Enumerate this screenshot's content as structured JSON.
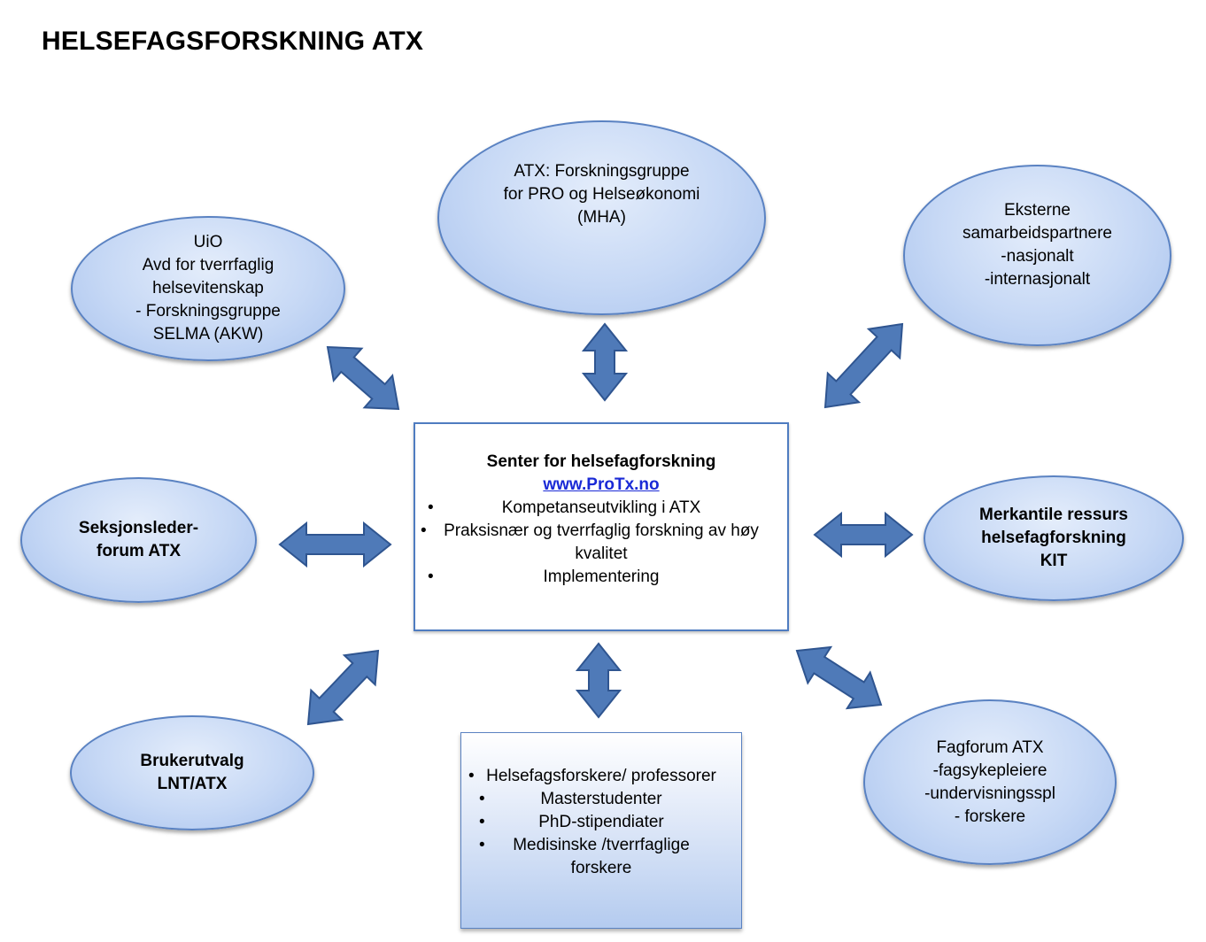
{
  "title": "HELSEFAGSFORSKNING ATX",
  "nodes": {
    "uio": {
      "lines": [
        "UiO",
        "Avd for tverrfaglig",
        "helsevitenskap",
        "- Forskningsgruppe",
        "SELMA (AKW)"
      ]
    },
    "atx_research": {
      "lines": [
        "ATX: Forskningsgruppe",
        "for PRO og Helseøkonomi",
        "(MHA)"
      ]
    },
    "external": {
      "lines": [
        "Eksterne",
        "samarbeidspartnere",
        "-nasjonalt",
        "-internasjonalt"
      ]
    },
    "section_leaders": {
      "lines": [
        "Seksjonsleder-",
        "forum ATX"
      ]
    },
    "admin_resource": {
      "lines": [
        "Merkantile ressurs",
        "helsefagforskning",
        "KIT"
      ]
    },
    "user_committee": {
      "lines": [
        "Brukerutvalg",
        "LNT/ATX"
      ]
    },
    "fagforum": {
      "lines": [
        "Fagforum ATX",
        "-fagsykepleiere",
        "-undervisningsspl",
        "-   forskere"
      ]
    }
  },
  "center": {
    "title": "Senter for helsefagforskning",
    "link": "www.ProTx.no",
    "bullet": "•",
    "bullet1": "Kompetanseutvikling i ATX",
    "bullet2a": "Praksisnær og tverrfaglig  forskning av høy",
    "bullet2b": "kvalitet",
    "bullet3": "Implementering"
  },
  "members": {
    "bullet": "•",
    "item1": "Helsefagsforskere/ professorer",
    "item2": "Masterstudenter",
    "item3": "PhD-stipendiater",
    "item4a": "Medisinske /tverrfaglige",
    "item4b": "forskere"
  },
  "colors": {
    "arrow_fill": "#4f7ab8",
    "arrow_stroke": "#2f5590",
    "ellipse_border": "#5a82c2",
    "link": "#1a2ad6"
  }
}
